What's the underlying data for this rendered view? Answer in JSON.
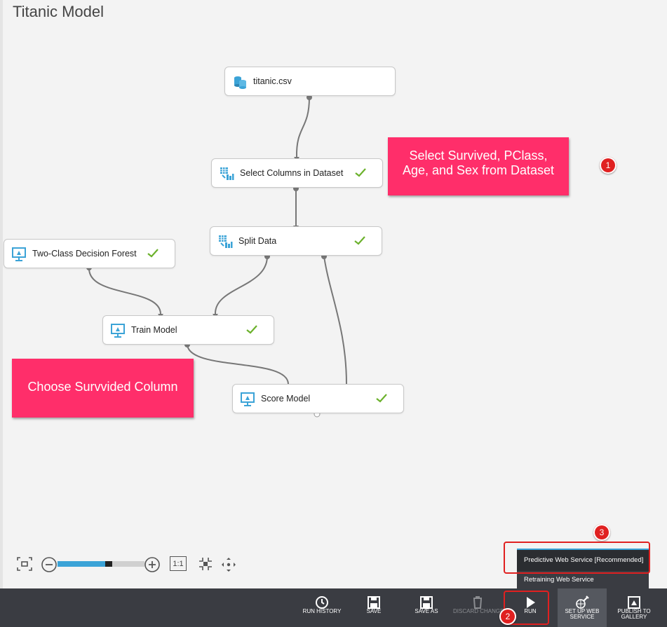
{
  "title": "Titanic Model",
  "nodes": {
    "titanic": {
      "label": "titanic.csv",
      "icon": "dataset-icon"
    },
    "select_columns": {
      "label": "Select Columns in Dataset",
      "icon": "transform-icon",
      "status": "check"
    },
    "split_data": {
      "label": "Split Data",
      "icon": "transform-icon",
      "status": "check"
    },
    "decision_forest": {
      "label": "Two-Class Decision Forest",
      "icon": "model-icon",
      "status": "check"
    },
    "train_model": {
      "label": "Train Model",
      "icon": "model-icon",
      "status": "check"
    },
    "score_model": {
      "label": "Score Model",
      "icon": "model-icon",
      "status": "check"
    }
  },
  "callouts": {
    "select": "Select Survived, PClass, Age, and Sex from Dataset",
    "choose": "Choose Survvided Column"
  },
  "badges": {
    "one": "1",
    "two": "2",
    "three": "3"
  },
  "zoom": {
    "reset_label": "1:1",
    "level": 0.55
  },
  "web_service_menu": {
    "items": [
      "Predictive Web Service [Recommended]",
      "Retraining Web Service"
    ]
  },
  "toolbar": {
    "run_history": "RUN HISTORY",
    "save": "SAVE",
    "save_as": "SAVE AS",
    "discard": "DISCARD CHANGES",
    "run": "RUN",
    "setup_web_service": "SET UP WEB SERVICE",
    "publish": "PUBLISH TO GALLERY"
  },
  "colors": {
    "accent": "#3ba3d7",
    "callout": "#ff2e6a",
    "badge": "#e02020",
    "check": "#6bb12b",
    "toolbar": "#3a3c42"
  }
}
